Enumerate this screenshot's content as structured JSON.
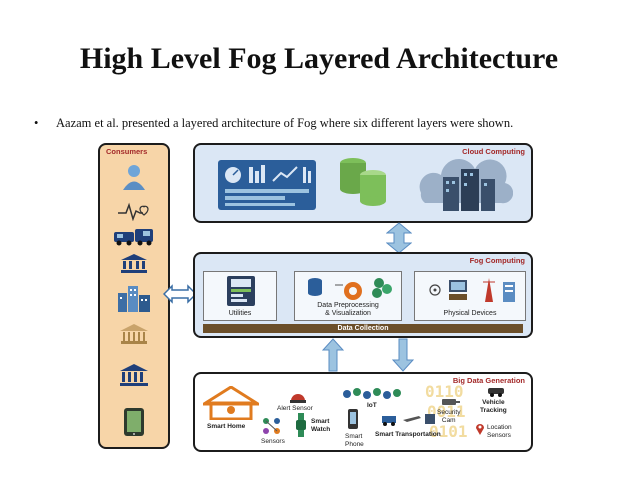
{
  "slide": {
    "title": "High Level Fog Layered Architecture",
    "bullet": "•",
    "text": "Aazam et al. presented a layered architecture of Fog where six different layers were shown."
  },
  "consumers": {
    "title": "Consumers",
    "icons": [
      "person-icon",
      "heartbeat-icon",
      "vehicles-icon",
      "bank-icon",
      "city-icon",
      "government-building-icon",
      "museum-icon",
      "tablet-icon"
    ]
  },
  "cloud": {
    "title": "Cloud Computing",
    "icons": [
      "dashboard-icon",
      "database-icon",
      "datacenter-icon"
    ]
  },
  "fog": {
    "title": "Fog Computing",
    "utilities": "Utilities",
    "data_preprocessing_line1": "Data Preprocessing",
    "data_preprocessing_line2": "& Visualization",
    "physical_devices": "Physical Devices",
    "data_collection": "Data Collection"
  },
  "bigdata": {
    "title": "Big Data Generation",
    "alert_sensor": "Alert Sensor",
    "iot": "IoT",
    "smart_home": "Smart Home",
    "smart_watch_line1": "Smart",
    "smart_watch_line2": "Watch",
    "sensors": "Sensors",
    "smart_phone_line1": "Smart",
    "smart_phone_line2": "Phone",
    "smart_transportation": "Smart Transportation",
    "security_cam_line1": "Security",
    "security_cam_line2": "Cam",
    "vehicle_tracking_line1": "Vehicle",
    "vehicle_tracking_line2": "Tracking",
    "location_sensors_line1": "Location",
    "location_sensors_line2": "Sensors",
    "bg_digits_1": "0110",
    "bg_digits_2": "0011",
    "bg_digits_3": "0101"
  },
  "colors": {
    "section_title": "#a32929",
    "consumers_bg": "#f7d5a8",
    "layer_bg": "#dbe7f5",
    "arrow": "#9cc3e0",
    "data_collection_bar": "#6b4f2a"
  }
}
